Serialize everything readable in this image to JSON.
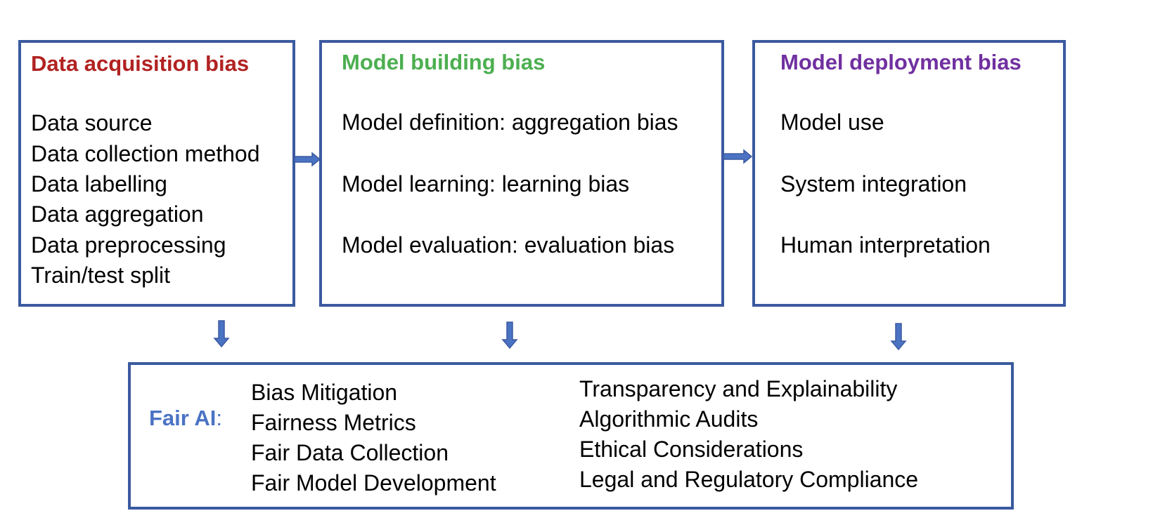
{
  "colors": {
    "border": "#3b5aa0",
    "arrow": "#4b73c4",
    "data_title": "#b22222",
    "model_title": "#4caf50",
    "deploy_title": "#7030a0",
    "fair_label": "#4b73c4"
  },
  "stages": [
    {
      "title": "Data acquisition bias",
      "items": [
        "Data source",
        "Data collection method",
        "Data labelling",
        "Data aggregation",
        "Data preprocessing",
        "Train/test split"
      ]
    },
    {
      "title": "Model building bias",
      "items": [
        "Model definition: aggregation bias",
        "Model learning: learning bias",
        "Model evaluation: evaluation bias"
      ]
    },
    {
      "title": "Model deployment bias",
      "items": [
        "Model use",
        "System integration",
        "Human interpretation"
      ]
    }
  ],
  "fair_ai": {
    "label": "Fair AI",
    "colon": ":",
    "left_items": [
      "Bias Mitigation",
      "Fairness Metrics",
      "Fair Data Collection",
      "Fair Model Development"
    ],
    "right_items": [
      "Transparency and Explainability",
      "Algorithmic Audits",
      "Ethical Considerations",
      "Legal and Regulatory Compliance"
    ]
  },
  "arrows": [
    "right-arrow",
    "right-arrow",
    "down-arrow",
    "down-arrow",
    "down-arrow"
  ]
}
